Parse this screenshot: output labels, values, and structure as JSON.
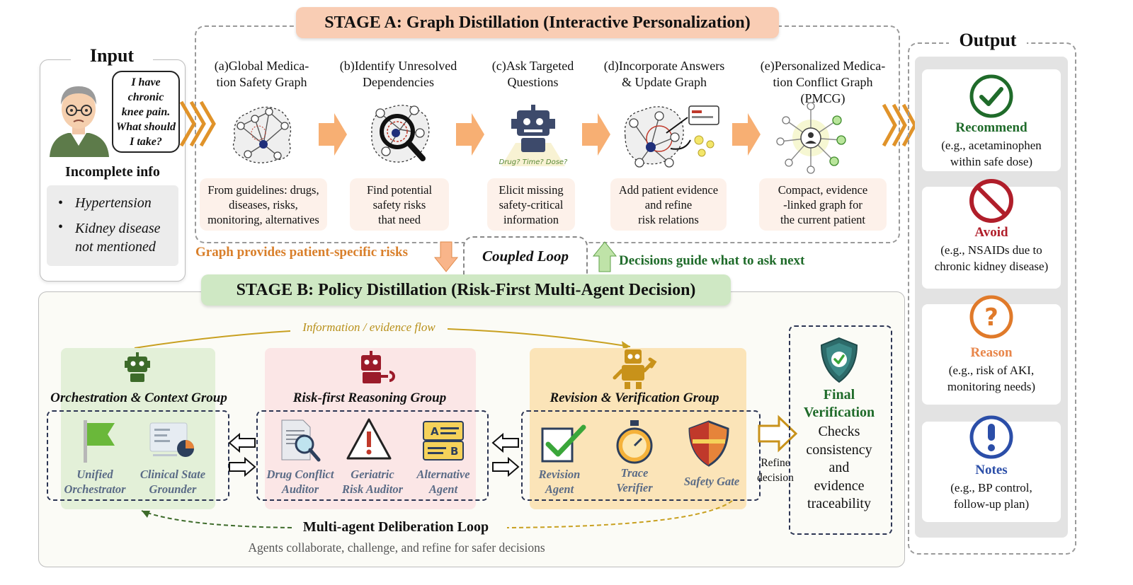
{
  "stage_a": {
    "title": "STAGE A: Graph Distillation (Interactive Personalization)",
    "steps": [
      {
        "title": "(a)Global Medica-\ntion Safety Graph",
        "desc": "From guidelines: drugs,\ndiseases, risks,\nmonitoring, alternatives"
      },
      {
        "title": "(b)Identify Unresolved\nDependencies",
        "desc": "Find potential\nsafety risks\nthat need"
      },
      {
        "title": "(c)Ask Targeted\nQuestions",
        "desc": "Elicit missing\nsafety-critical\ninformation"
      },
      {
        "title": "(d)Incorporate Answers\n& Update Graph",
        "desc": "Add patient evidence\nand refine\nrisk relations"
      },
      {
        "title": "(e)Personalized Medica-\ntion Conflict Graph\n(PMCG)",
        "desc": "Compact, evidence\n-linked graph for\nthe current patient"
      }
    ],
    "robot_caption": "Drug? Time? Dose?"
  },
  "input": {
    "title": "Input",
    "speech": "I have\nchronic\nknee pain.\nWhat should\nI take?",
    "incomplete_label": "Incomplete info",
    "bullets": [
      "Hypertension",
      "Kidney disease\nnot mentioned"
    ]
  },
  "loop": {
    "left_label": "Graph provides patient-specific risks",
    "center_label": "Coupled Loop",
    "right_label": "Decisions guide what to ask next"
  },
  "stage_b": {
    "title": "STAGE B: Policy Distillation (Risk-First Multi-Agent Decision)",
    "info_flow": "Information / evidence flow",
    "groups": [
      {
        "title": "Orchestration & Context Group",
        "agents": [
          "Unified\nOrchestrator",
          "Clinical State\nGrounder"
        ]
      },
      {
        "title": "Risk-first Reasoning Group",
        "agents": [
          "Drug Conflict\nAuditor",
          "Geriatric\nRisk Auditor",
          "Alternative\nAgent"
        ]
      },
      {
        "title": "Revision & Verification Group",
        "agents": [
          "Revision\nAgent",
          "Trace\nVerifier",
          "Safety Gate"
        ]
      }
    ],
    "refine_label": "Refine\ndecision",
    "final": {
      "title": "Final\nVerification",
      "desc": "Checks\nconsistency\nand\nevidence\ntraceability"
    },
    "loop_title": "Multi-agent Deliberation Loop",
    "loop_desc": "Agents collaborate, challenge, and refine for safer decisions"
  },
  "output": {
    "title": "Output",
    "items": [
      {
        "label": "Recommend",
        "example": "(e.g., acetaminophen\nwithin safe dose)",
        "color": "#1f6b2a",
        "icon": "check-circle-icon"
      },
      {
        "label": "Avoid",
        "example": "(e.g., NSAIDs due to\nchronic kidney disease)",
        "color": "#b01e2a",
        "icon": "prohibited-icon"
      },
      {
        "label": "Reason",
        "example": "(e.g., risk of AKI,\nmonitoring needs)",
        "color": "#e8864a",
        "icon": "question-circle-icon"
      },
      {
        "label": "Notes",
        "example": "(e.g., BP control,\nfollow-up plan)",
        "color": "#2b4ea8",
        "icon": "exclamation-circle-icon"
      }
    ]
  },
  "colors": {
    "stage_a_pill": "#f9cdb4",
    "stage_b_pill": "#cfe8c4",
    "orange_arrow": "#f6a15a",
    "green": "#1f6b2a",
    "navy": "#2c3553"
  }
}
